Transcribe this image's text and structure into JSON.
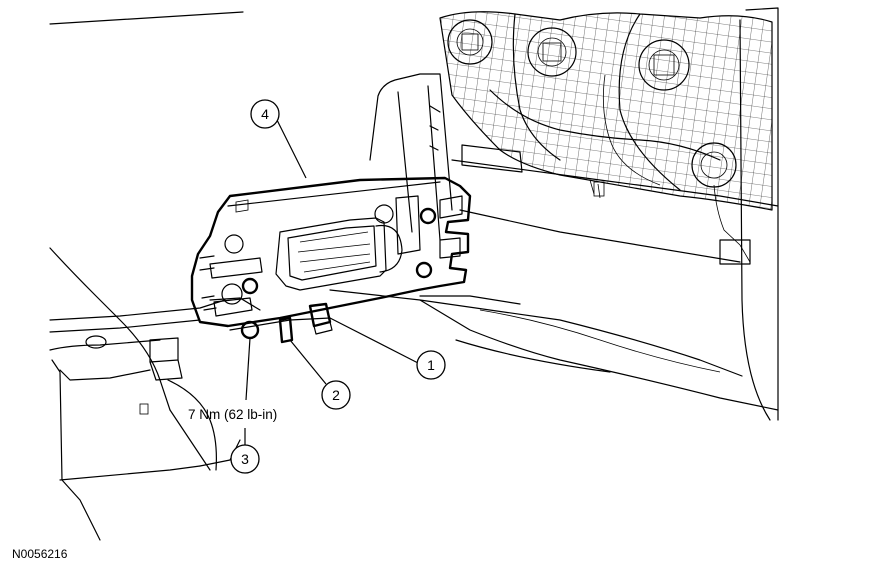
{
  "figure_id": "N0056216",
  "torque_spec": "7 Nm (62 lb-in)",
  "callouts": [
    {
      "number": "1",
      "part": "electrical-connector-1"
    },
    {
      "number": "2",
      "part": "electrical-connector-2"
    },
    {
      "number": "3",
      "part": "module-nut"
    },
    {
      "number": "4",
      "part": "module"
    }
  ]
}
